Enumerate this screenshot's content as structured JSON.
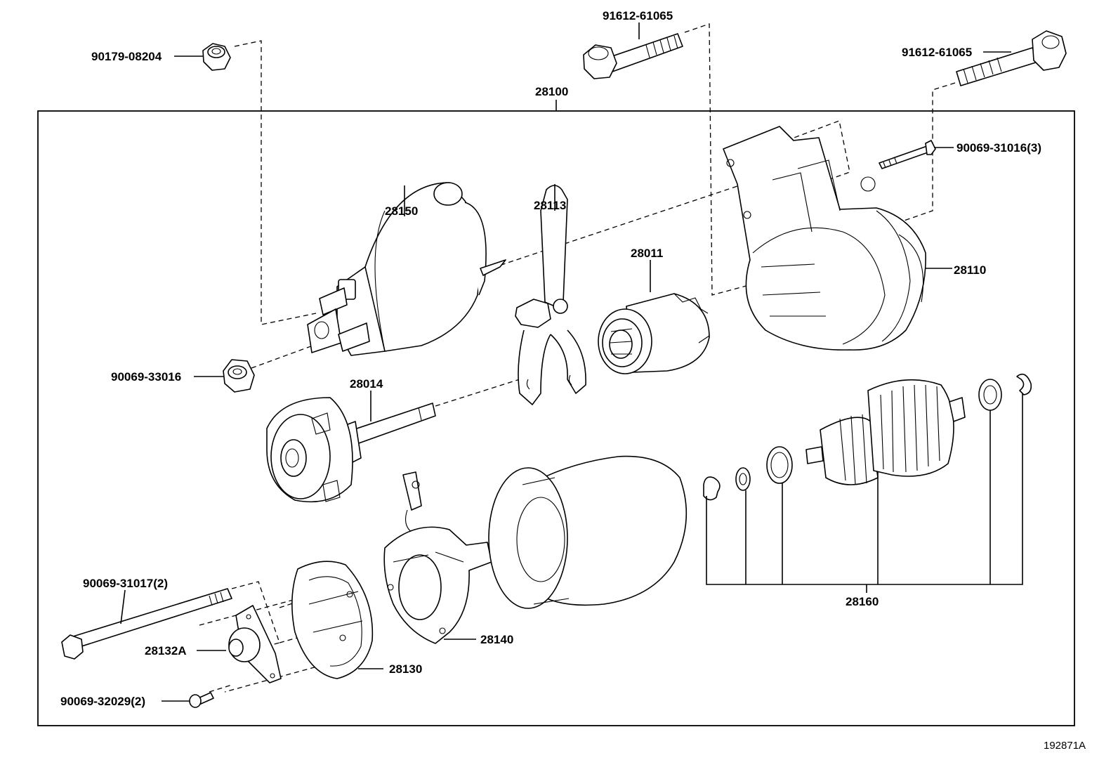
{
  "diagram": {
    "labels": {
      "nut_top": "90179-08204",
      "bolt_top_center": "91612-61065",
      "bolt_top_right": "91612-61065",
      "assembly": "28100",
      "stud": "90069-31016(3)",
      "solenoid": "28150",
      "lever": "28113",
      "clutch": "28011",
      "housing": "28110",
      "nut_mid": "90069-33016",
      "shaft": "28014",
      "armature_kit": "28160",
      "through_bolt": "90069-31017(2)",
      "bush_cover": "28132A",
      "end_frame": "28130",
      "brush_holder": "28140",
      "screw": "90069-32029(2)"
    },
    "doc_number": "192871A"
  }
}
